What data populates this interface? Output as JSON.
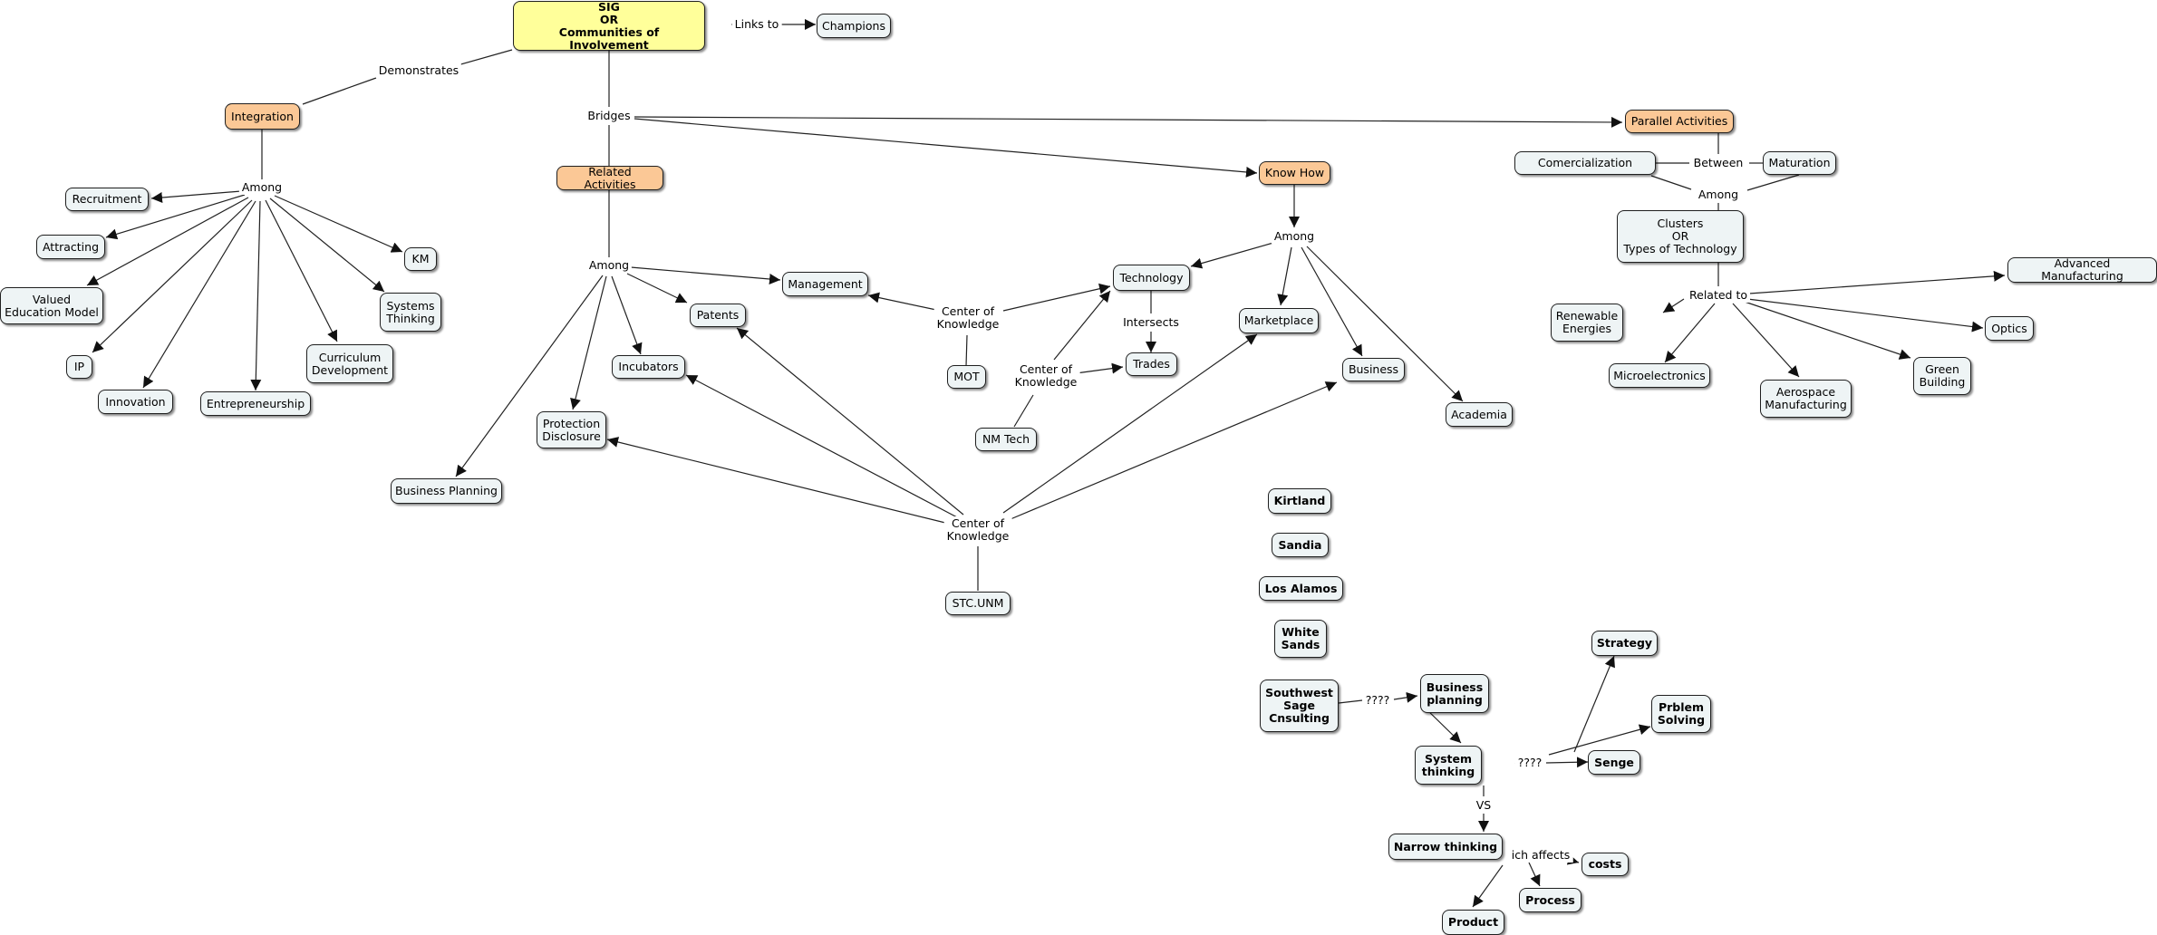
{
  "colors": {
    "concept_fill": "#eef4f5",
    "category_fill": "#fbc896",
    "root_fill": "#ffff9a",
    "line": "#1f1f1f"
  },
  "concepts": {
    "root": "SIG\nOR\nCommunities of Involvement",
    "champions": "Champions",
    "integration": "Integration",
    "related_activities": "Related Activities",
    "know_how": "Know How",
    "parallel_activities": "Parallel Activities",
    "recruitment": "Recruitment",
    "attracting": "Attracting",
    "valued_education_model": "Valued\nEducation Model",
    "ip": "IP",
    "innovation": "Innovation",
    "entrepreneurship": "Entrepreneurship",
    "curriculum_development": "Curriculum\nDevelopment",
    "systems_thinking": "Systems\nThinking",
    "km": "KM",
    "management": "Management",
    "patents": "Patents",
    "incubators": "Incubators",
    "protection_disclosure": "Protection\nDisclosure",
    "business_planning": "Business Planning",
    "technology": "Technology",
    "trades": "Trades",
    "mot": "MOT",
    "nm_tech": "NM Tech",
    "stc_unm": "STC.UNM",
    "marketplace": "Marketplace",
    "business": "Business",
    "academia": "Academia",
    "comercialization": "Comercialization",
    "maturation": "Maturation",
    "clusters": "Clusters\nOR\nTypes of Technology",
    "advanced_manufacturing": "Advanced Manufacturing",
    "renewable_energies": "Renewable\nEnergies",
    "optics": "Optics",
    "microelectronics": "Microelectronics",
    "aerospace_manufacturing": "Aerospace\nManufacturing",
    "green_building": "Green\nBuilding",
    "kirtland": "Kirtland",
    "sandia": "Sandia",
    "los_alamos": "Los Alamos",
    "white_sands": "White\nSands",
    "southwest_sage": "Southwest\nSage\nCnsulting",
    "business_planning_2": "Business\nplanning",
    "system_thinking": "System\nthinking",
    "strategy": "Strategy",
    "prblem_solving": "Prblem\nSolving",
    "senge": "Senge",
    "narrow_thinking": "Narrow thinking",
    "costs": "costs",
    "process": "Process",
    "product": "Product"
  },
  "phrases": {
    "links_to": "Links to",
    "demonstrates": "Demonstrates",
    "bridges": "Bridges",
    "among_integration": "Among",
    "among_related": "Among",
    "among_know_how": "Among",
    "among_parallel": "Among",
    "between": "Between",
    "center_of_knowledge_1": "Center of\nKnowledge",
    "center_of_knowledge_2": "Center of\nKnowledge",
    "center_of_knowledge_3": "Center of\nKnowledge",
    "intersects": "Intersects",
    "related_to": "Related to",
    "question_1": "????",
    "question_2": "????",
    "vs": "VS",
    "which_affects": "ich affects"
  }
}
